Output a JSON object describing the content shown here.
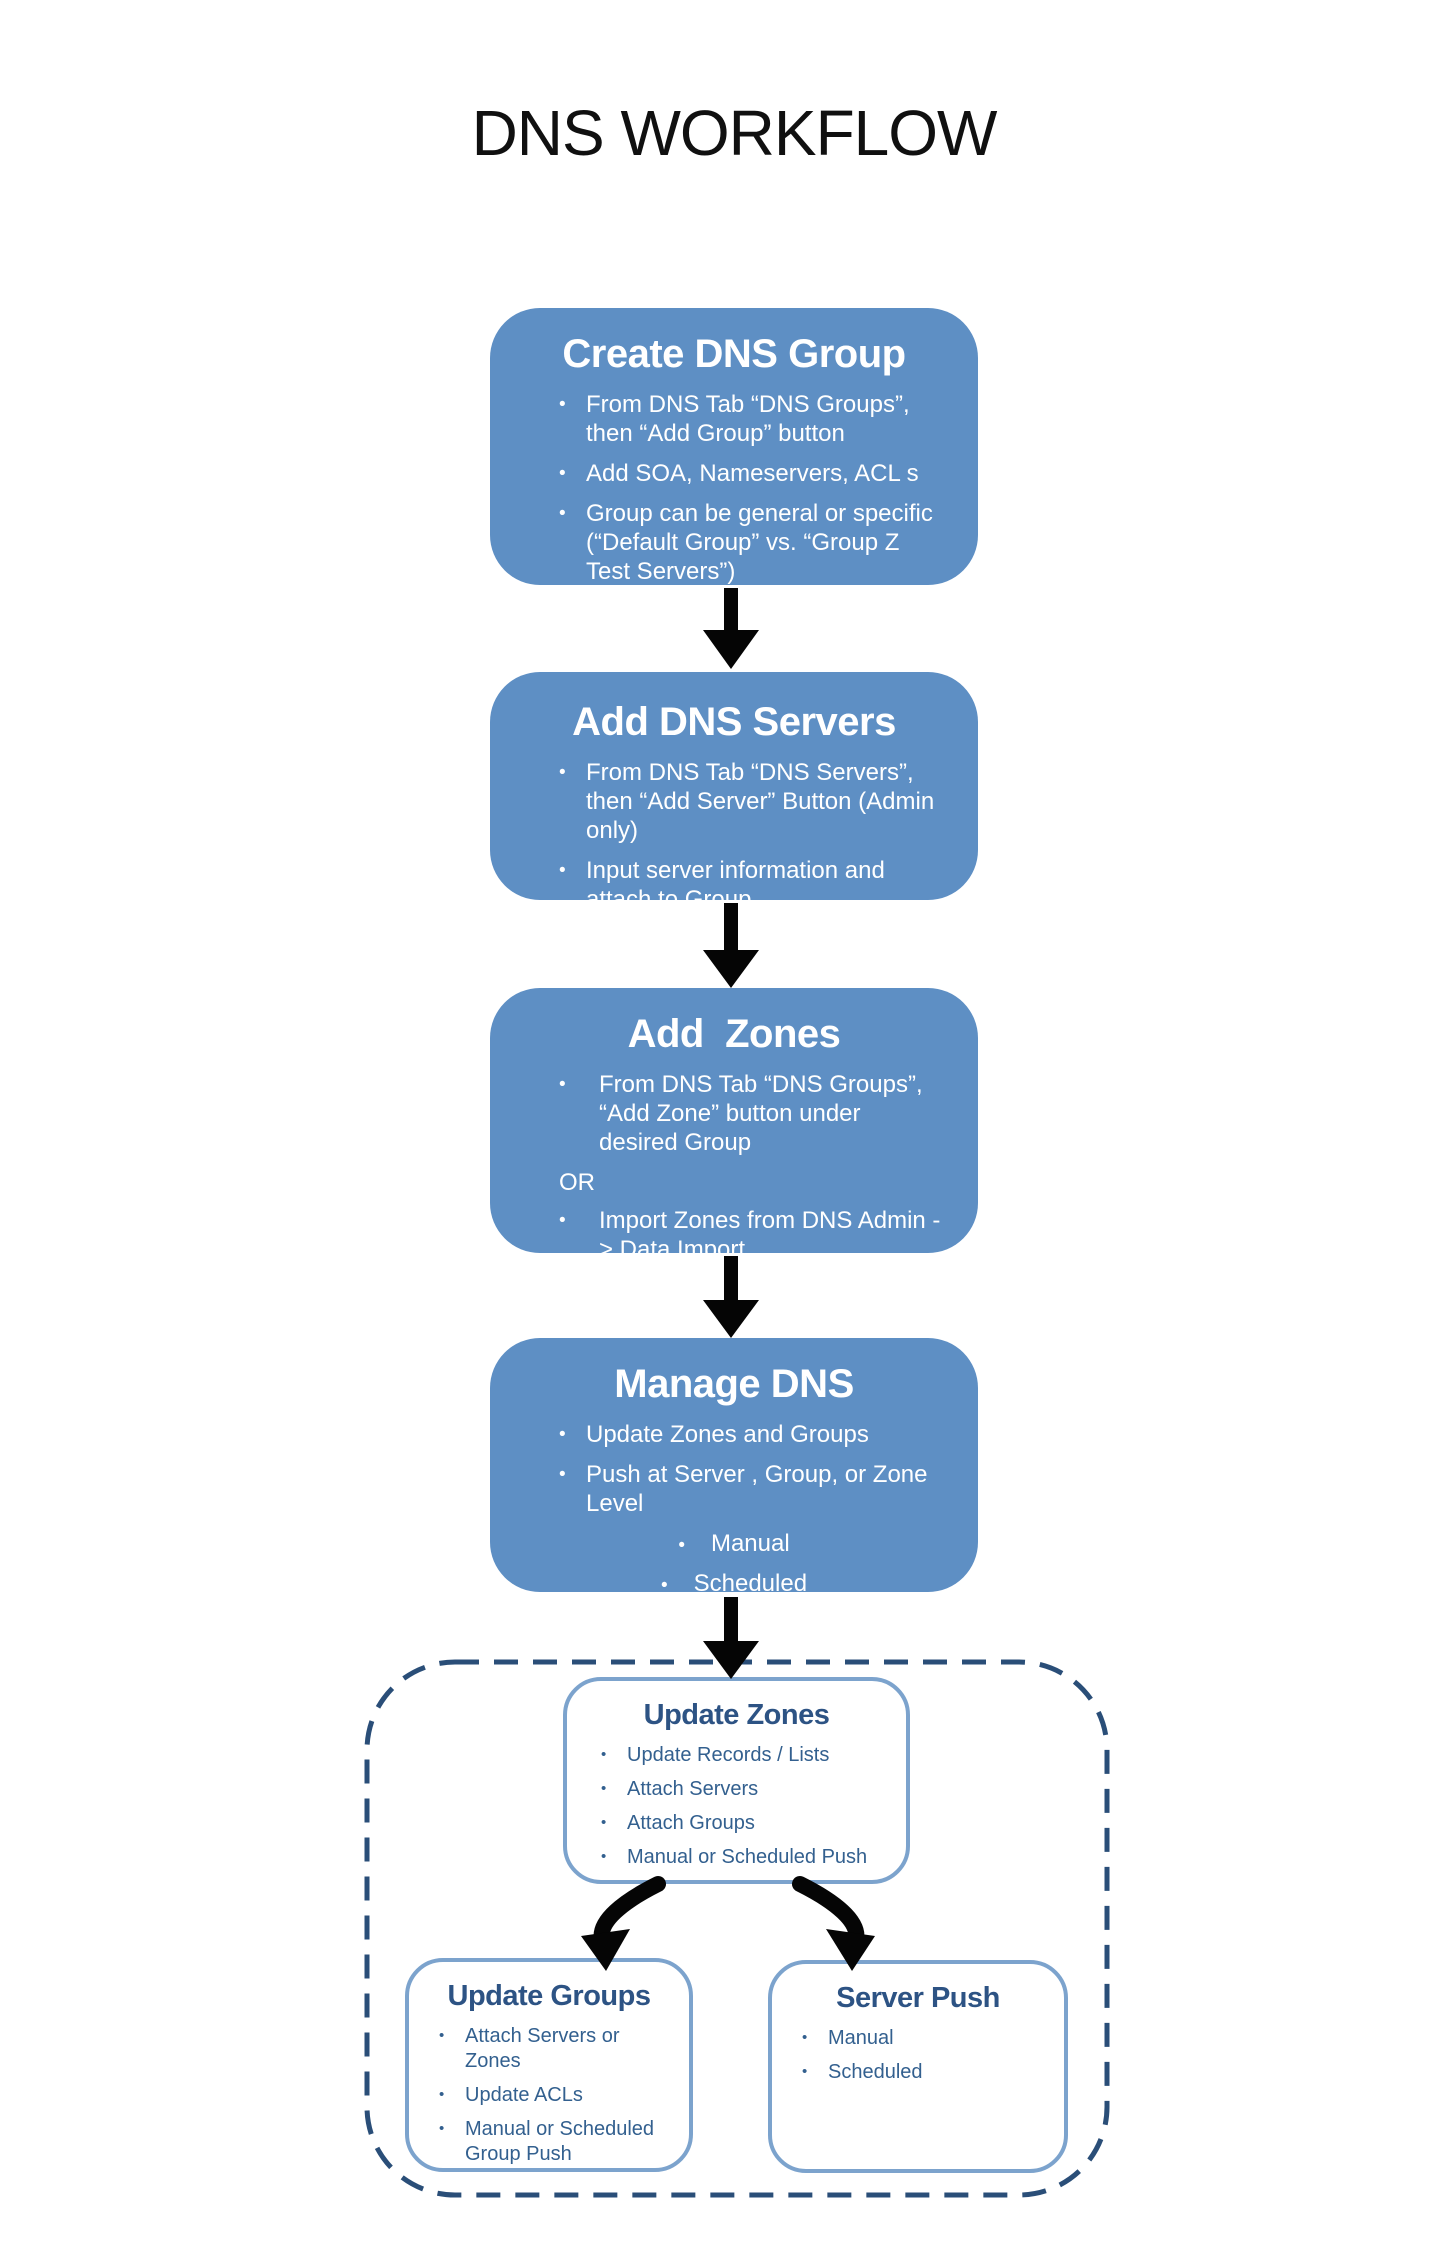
{
  "title": "DNS WORKFLOW",
  "colors": {
    "flow_box_fill": "#5e8fc4",
    "flow_box_text": "#ffffff",
    "detail_box_border": "#7ca3cd",
    "detail_box_title": "#2d5384",
    "detail_box_text": "#33608f",
    "dashed_container_border": "#2a4e78",
    "arrow": "#050505",
    "page_title_text": "#101010"
  },
  "flow_boxes": [
    {
      "title": "Create DNS Group",
      "bullets": [
        "From DNS Tab “DNS Groups”, then “Add Group” button",
        "Add SOA, Nameservers, ACL s",
        "Group can be general or specific (“Default Group” vs. “Group Z Test Servers”)"
      ]
    },
    {
      "title": "Add DNS Servers",
      "bullets": [
        "From DNS Tab “DNS Servers”, then “Add Server” Button (Admin only)",
        "Input server information and attach to Group"
      ]
    },
    {
      "title": "Add  Zones",
      "or_label": "OR",
      "bullets": [
        "From DNS Tab “DNS Groups”, “Add Zone” button under desired Group",
        "Import Zones from DNS Admin -> Data Import"
      ]
    },
    {
      "title": "Manage DNS",
      "bullets": [
        "Update Zones and Groups",
        "Push at Server , Group, or Zone Level"
      ],
      "sub_bullets": [
        "Manual",
        "Scheduled"
      ]
    }
  ],
  "detail_boxes": [
    {
      "title": "Update Zones",
      "bullets": [
        "Update Records / Lists",
        "Attach Servers",
        "Attach Groups",
        "Manual or Scheduled Push"
      ]
    },
    {
      "title": "Update Groups",
      "bullets": [
        "Attach Servers or Zones",
        "Update ACLs",
        "Manual or Scheduled Group Push"
      ]
    },
    {
      "title": "Server Push",
      "bullets": [
        "Manual",
        "Scheduled"
      ]
    }
  ]
}
